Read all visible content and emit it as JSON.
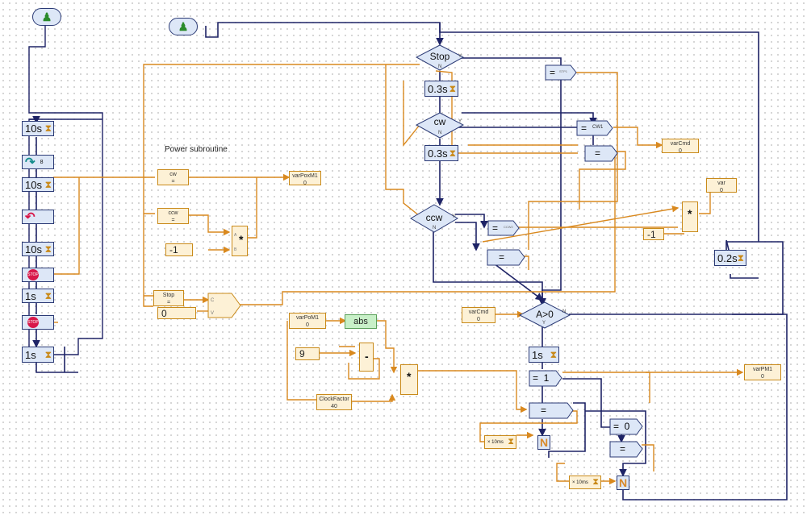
{
  "colors": {
    "flow": "#1e2366",
    "data": "#d9891f",
    "block": "#dde7f7",
    "const": "#fdf1d6",
    "abs": "#c8f0c8"
  },
  "start_icon": "green-figure-icon",
  "left": {
    "timers": [
      "10s",
      "10s",
      "10s",
      "1s",
      "1s"
    ],
    "motor1": "8",
    "stop_label": "STOP"
  },
  "power_label": "Power subroutine",
  "power": {
    "cw_name": "cw",
    "cw_op": "=",
    "ccw_name": "ccw",
    "ccw_op": "=",
    "stop_name": "Stop",
    "stop_op": "=",
    "const_m1": "-1",
    "const_0": "0",
    "mult": "*",
    "gate_c": "C",
    "gate_v": "V",
    "var_pox": "varPoxM1",
    "var_pox_val": "0",
    "pin_a": "A",
    "pin_b": "B"
  },
  "calc": {
    "var_pom": "varPoM1",
    "var_pom_val": "0",
    "abs": "abs",
    "const_9": "9",
    "minus": "-",
    "mult": "*",
    "clock": "ClockFactor",
    "clock_val": "40"
  },
  "decisions": {
    "stop": "Stop",
    "cw": "cw",
    "ccw": "ccw",
    "agt": "A>0",
    "y": "Y",
    "n": "N"
  },
  "mid_timers": [
    "0.3s",
    "0.3s"
  ],
  "right": {
    "cmp_stop": "= ",
    "cmp_stop_small": "STP1",
    "cmp_cw": "= ",
    "cmp_cw_small": "CW1",
    "cmp_ccw": "= ",
    "cmp_ccw_small": "CCW2",
    "cmp_eq": "=",
    "var_cmd": "varCmd",
    "var_cmd_val": "0",
    "var": "var",
    "var_val": "0",
    "const_m1": "-1",
    "mult": "*",
    "timer_02": "0.2s"
  },
  "bottom": {
    "var_cmd": "varCmd",
    "var_cmd_val": "0",
    "timer_1s": "1s",
    "eq1": "=  1",
    "eq": "=",
    "eq0": "=  0",
    "var_pm": "varPM1",
    "var_pm_val": "0",
    "ms_a": "× 10ms",
    "ms_b": "× 10ms",
    "n": "N"
  }
}
